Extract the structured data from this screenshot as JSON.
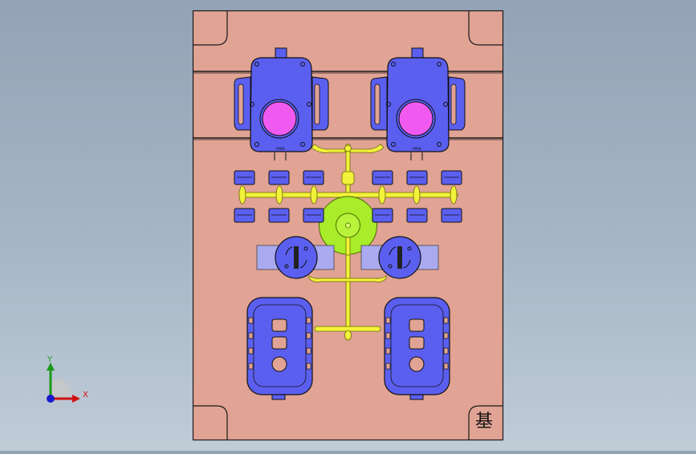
{
  "viewport": {
    "background_top": "#93a3b5",
    "background_bottom": "#c0ccd7"
  },
  "mold_plate": {
    "color": "#e0a394",
    "outline_color": "#1a1a1a",
    "corner_label": "基"
  },
  "parts": {
    "housing_color": "#5b5ff0",
    "lens_color": "#f05af0",
    "runner_color": "#f2f23a",
    "sprue_color": "#a8ec2a",
    "slide_color": "#a9aaf0",
    "housing_text": "OPEN"
  },
  "axis_triad": {
    "x_label": "X",
    "y_label": "Y",
    "x_color": "#d01010",
    "y_color": "#1a9a1a",
    "z_color": "#1a1acc"
  }
}
